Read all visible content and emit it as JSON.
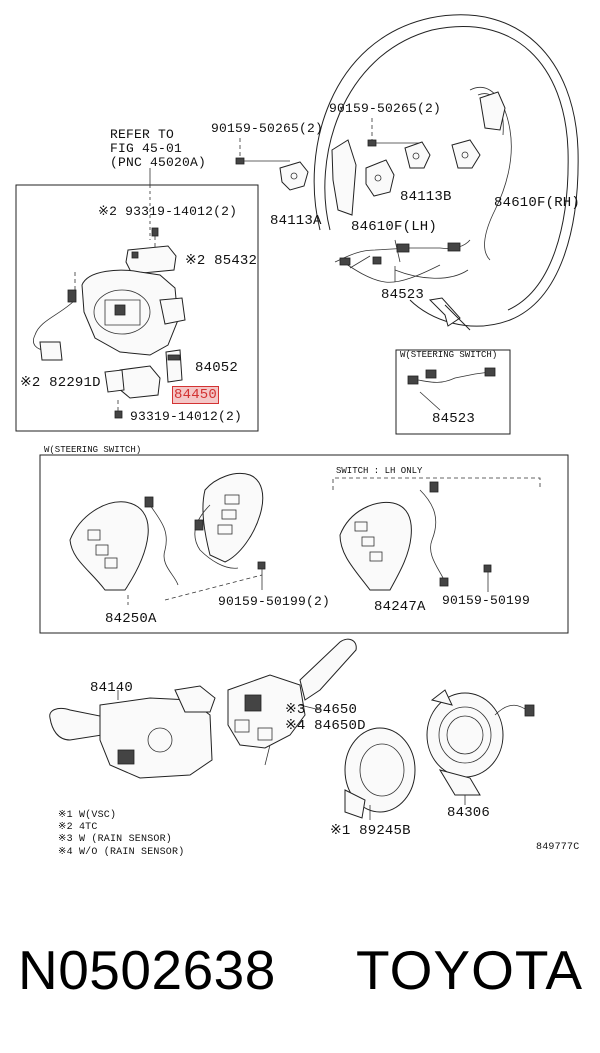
{
  "figure_code": "849777C",
  "bottom_caption": {
    "part_number": "N0502638",
    "brand": "TOYOTA"
  },
  "refer_note": [
    "REFER TO",
    "FIG 45-01",
    "(PNC 45020A)"
  ],
  "top_box_labels": {
    "screw_top": "※2 93319-14012(2)",
    "p85432": "※2 85432",
    "p84052": "84052",
    "p82291d": "※2 82291D",
    "p84450": "84450",
    "screw_bottom": "93319-14012(2)"
  },
  "wheel_labels": {
    "bolt_left": "90159-50265(2)",
    "bolt_right": "90159-50265(2)",
    "p84113a": "84113A",
    "p84113b": "84113B",
    "p84610f_lh": "84610F(LH)",
    "p84610f_rh": "84610F(RH)",
    "p84523": "84523"
  },
  "small_box": {
    "title": "W(STEERING SWITCH)",
    "part": "84523"
  },
  "switch_box": {
    "title": "W(STEERING SWITCH)",
    "subtitle": "SWITCH : LH ONLY",
    "p84250a": "84250A",
    "bolt_a": "90159-50199(2)",
    "p84247a": "84247A",
    "bolt_b": "90159-50199"
  },
  "lower_labels": {
    "p84140": "84140",
    "p84650": "※3 84650",
    "p84650d": "※4 84650D",
    "p89245b": "※1 89245B",
    "p84306": "84306"
  },
  "legend": [
    "※1 W(VSC)",
    "※2 4TC",
    "※3 W (RAIN SENSOR)",
    "※4 W/O (RAIN SENSOR)"
  ],
  "highlight_color": "#d33333"
}
